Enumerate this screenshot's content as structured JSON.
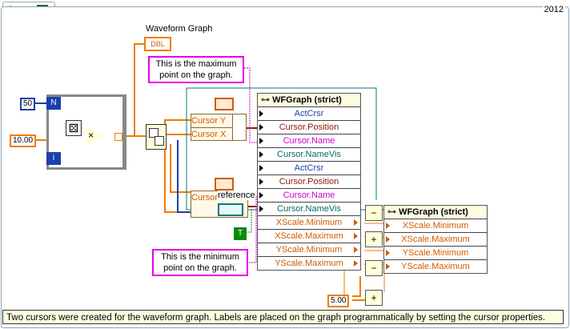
{
  "toolbar": {
    "run_icon": "hand-icon",
    "arrow_icon": "arrow-icon",
    "palette_icon": "palette-icon"
  },
  "version": "2012",
  "diagram": {
    "graph_terminal": {
      "caption": "Waveform Graph",
      "tag": "DBL"
    },
    "constants": {
      "n_count": "50",
      "n_letter": "N",
      "i_letter": "i",
      "multiplier": "10.00",
      "offset": "5.00",
      "bool_true": "T"
    },
    "comment_max": {
      "line1": "This is the maximum",
      "line2": "point on the graph."
    },
    "comment_min": {
      "line1": "This is the minimum",
      "line2": "point on the graph."
    },
    "cluster_top": {
      "row1": "Cursor Y",
      "row2": "Cursor X"
    },
    "cluster_bottom": {
      "row1": "Cursor",
      "overlay": "reference"
    },
    "property_node_1": {
      "header": "WFGraph (strict)",
      "rows": [
        "ActCrsr",
        "Cursor.Position",
        "Cursor.Name",
        "Cursor.NameVis",
        "ActCrsr",
        "Cursor.Position",
        "Cursor.Name",
        "Cursor.NameVis",
        "XScale.Minimum",
        "XScale.Maximum",
        "YScale.Minimum",
        "YScale.Maximum"
      ]
    },
    "property_node_2": {
      "header": "WFGraph (strict)",
      "rows": [
        "XScale.Minimum",
        "XScale.Maximum",
        "YScale.Minimum",
        "YScale.Maximum"
      ]
    },
    "ops": {
      "minus1": "−",
      "plus1": "+",
      "minus2": "−",
      "plus2": "+",
      "multiply": "×"
    }
  },
  "comment_bar": "Two cursors were created for the waveform graph.  Labels are placed on the graph programmatically by setting the cursor properties."
}
